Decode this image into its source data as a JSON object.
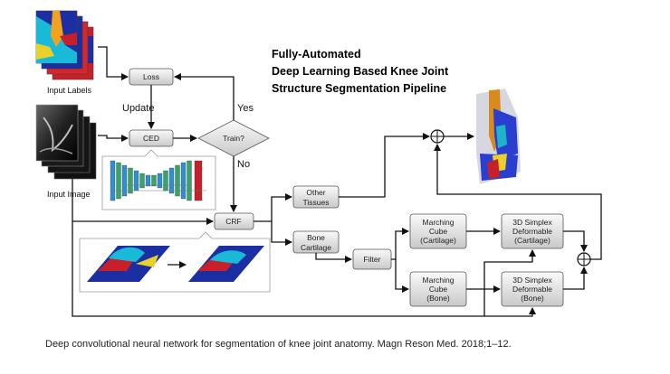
{
  "title_lines": [
    "Fully-Automated",
    "Deep Learning Based Knee Joint",
    "Structure Segmentation Pipeline"
  ],
  "labels": {
    "input_labels": "Input Labels",
    "input_image": "Input Image",
    "update": "Update",
    "yes": "Yes",
    "no": "No"
  },
  "nodes": {
    "loss": "Loss",
    "ced": "CED",
    "train": "Train?",
    "crf": "CRF",
    "other_tissues": [
      "Other",
      "Tissues"
    ],
    "bone_cartilage": [
      "Bone",
      "Cartilage"
    ],
    "filter": "Filter",
    "mc_cartilage": [
      "Marching",
      "Cube",
      "(Cartilage)"
    ],
    "mc_bone": [
      "Marching",
      "Cube",
      "(Bone)"
    ],
    "sd_cartilage": [
      "3D Simplex",
      "Deformable",
      "(Cartilage)"
    ],
    "sd_bone": [
      "3D Simplex",
      "Deformable",
      "(Bone)"
    ]
  },
  "caption": "Deep convolutional neural network for segmentation of knee joint anatomy. Magn Reson Med. 2018;1–12."
}
